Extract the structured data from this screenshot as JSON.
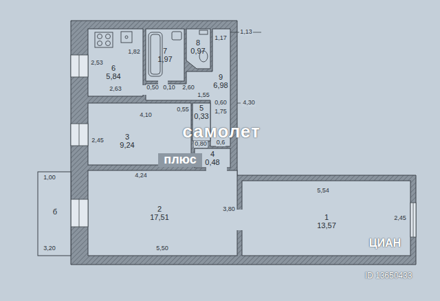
{
  "diagram": {
    "nodes": [
      {
        "text": [
          "1",
          "13,57"
        ]
      },
      {
        "text": [
          "2",
          "17,51"
        ]
      },
      {
        "text": [
          "3",
          "9,24"
        ]
      },
      {
        "text": [
          "4",
          "0,48"
        ]
      },
      {
        "text": [
          "5",
          "0,33"
        ]
      },
      {
        "text": [
          "6",
          "5,84"
        ]
      },
      {
        "text": [
          "7",
          "1,97"
        ]
      },
      {
        "text": [
          "8",
          "0,97"
        ]
      },
      {
        "text": [
          "9",
          "6,98"
        ]
      },
      {
        "text": [
          "б"
        ]
      }
    ],
    "labels": [
      "1,13",
      "1,17",
      "2,53",
      "1,82",
      "0,50",
      "0,10",
      "2,60",
      "2,63",
      "1,55",
      "0,55",
      "0,60",
      "1,75",
      "4,30",
      "4,10",
      "2,45",
      "0,80",
      "0,6",
      "самолет",
      "плюс",
      "4,24",
      "3,80",
      "5,50",
      "1,00",
      "3,20",
      "5,54",
      "2,45",
      "ЦИАН",
      "ID 13650433"
    ]
  }
}
